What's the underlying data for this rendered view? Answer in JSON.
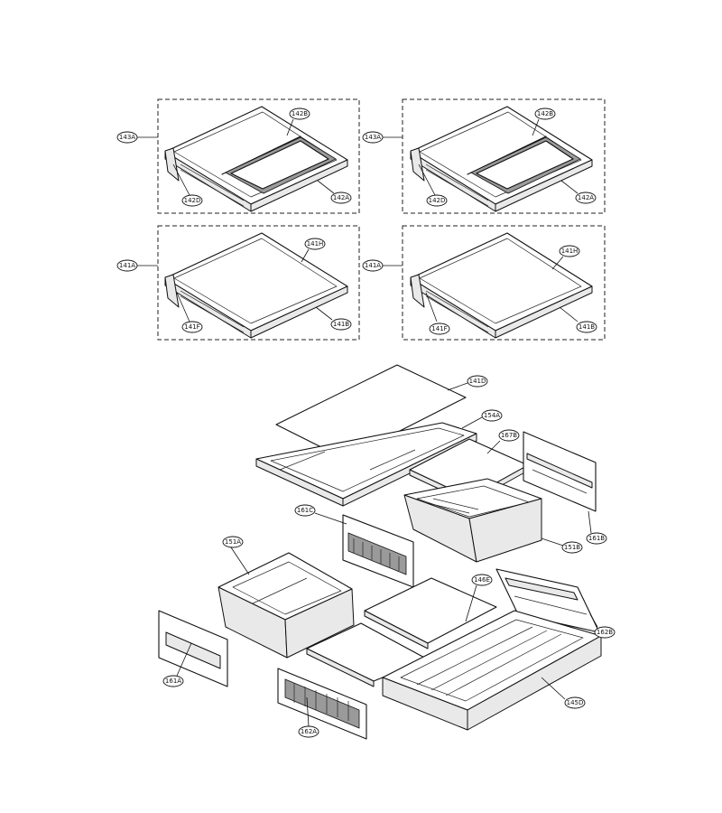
{
  "callouts": {
    "c_143A_l": "143A",
    "c_142B_l": "142B",
    "c_142D_l": "142D",
    "c_142A_l": "142A",
    "c_143A_r": "143A",
    "c_142B_r": "142B",
    "c_142D_r": "142D",
    "c_142A_r": "142A",
    "c_141A_l": "141A",
    "c_141H_l": "141H",
    "c_141F_l": "141F",
    "c_141B_l": "141B",
    "c_141A_r": "141A",
    "c_141H_r": "141H",
    "c_141F_r": "141F",
    "c_141B_r": "141B",
    "c_141D": "141D",
    "c_154A": "154A",
    "c_167B": "167B",
    "c_161C": "161C",
    "c_161B": "161B",
    "c_151A": "151A",
    "c_151B": "151B",
    "c_146E": "146E",
    "c_162B": "162B",
    "c_161A": "161A",
    "c_145D": "145D",
    "c_162A": "162A"
  },
  "colors": {
    "line": "#111111",
    "background": "#ffffff",
    "shade": "#e9e9e9"
  }
}
